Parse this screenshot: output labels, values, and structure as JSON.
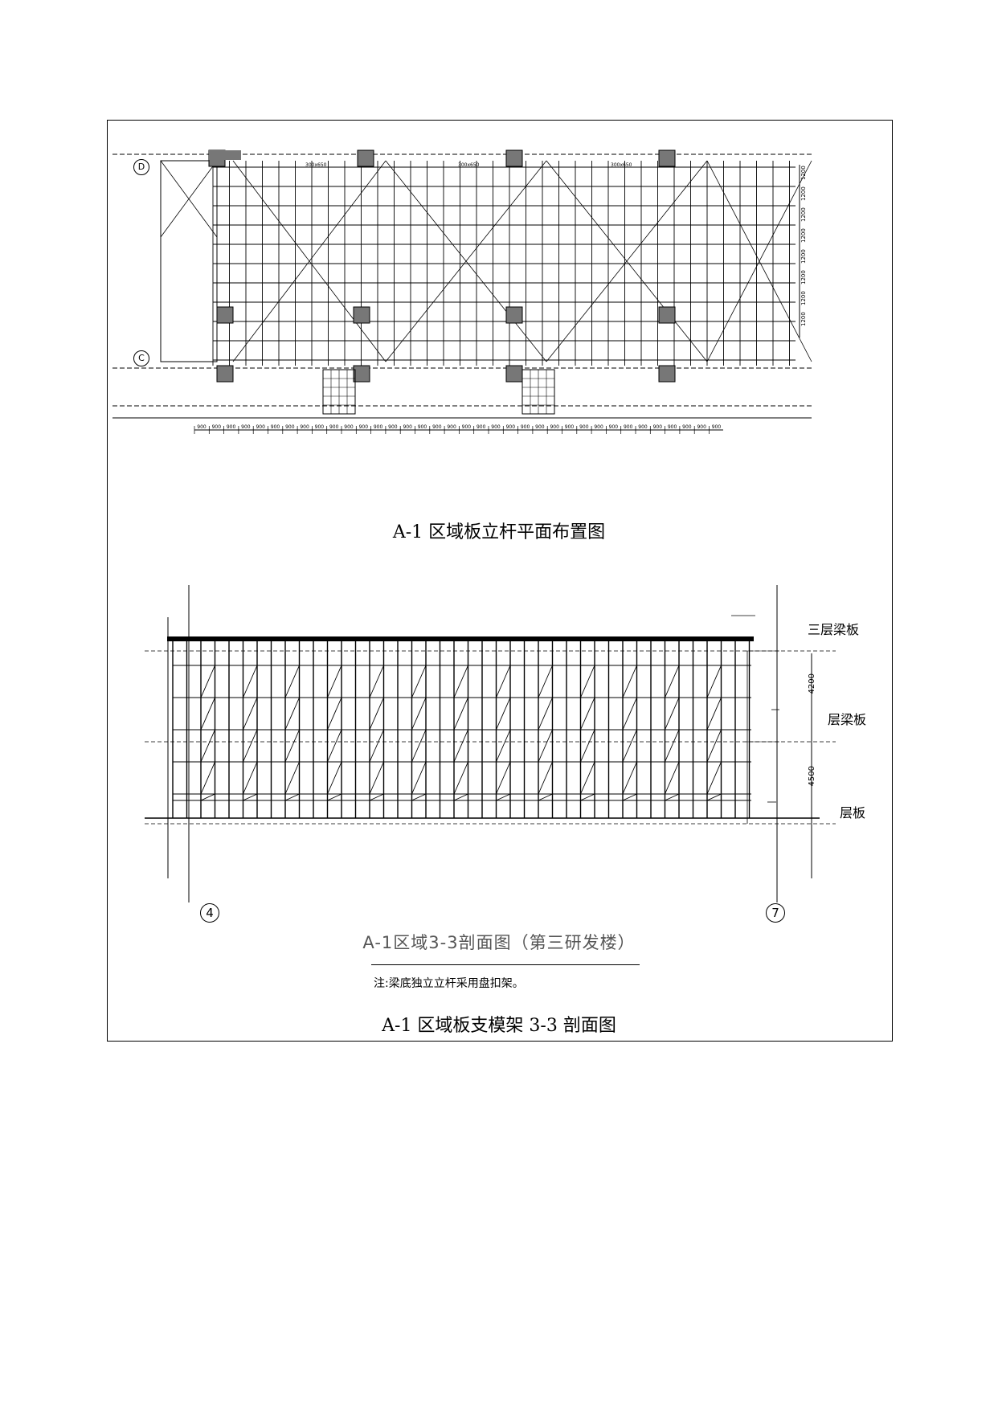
{
  "plan": {
    "caption": "A-1 区域板立杆平面布置图",
    "axis_top": "D",
    "axis_bottom": "C",
    "grid_spacing_labels": [
      "900",
      "900",
      "900",
      "900",
      "900",
      "900",
      "900",
      "900",
      "900",
      "900",
      "900",
      "900",
      "900",
      "900",
      "900",
      "900",
      "900",
      "900",
      "900",
      "900",
      "900",
      "900",
      "900",
      "900",
      "900",
      "900",
      "900",
      "900",
      "900",
      "900",
      "900",
      "900",
      "900",
      "900",
      "900",
      "900"
    ],
    "right_spacing_labels": [
      "1200",
      "1200",
      "1200",
      "1200",
      "1200",
      "1200",
      "1200",
      "1200"
    ],
    "beam_labels": [
      "300x650",
      "300x650",
      "300x650"
    ]
  },
  "section": {
    "caption_cad": "A-1区域3-3剖面图（第三研发楼）",
    "note": "注:梁底独立立杆采用盘扣架。",
    "caption": "A-1 区域板支模架 3-3 剖面图",
    "axis_left": "4",
    "axis_right": "7",
    "level_top": "三层梁板",
    "level_mid": "层梁板",
    "level_bottom": "层板",
    "dim_upper": "4200",
    "dim_lower": "4500"
  }
}
